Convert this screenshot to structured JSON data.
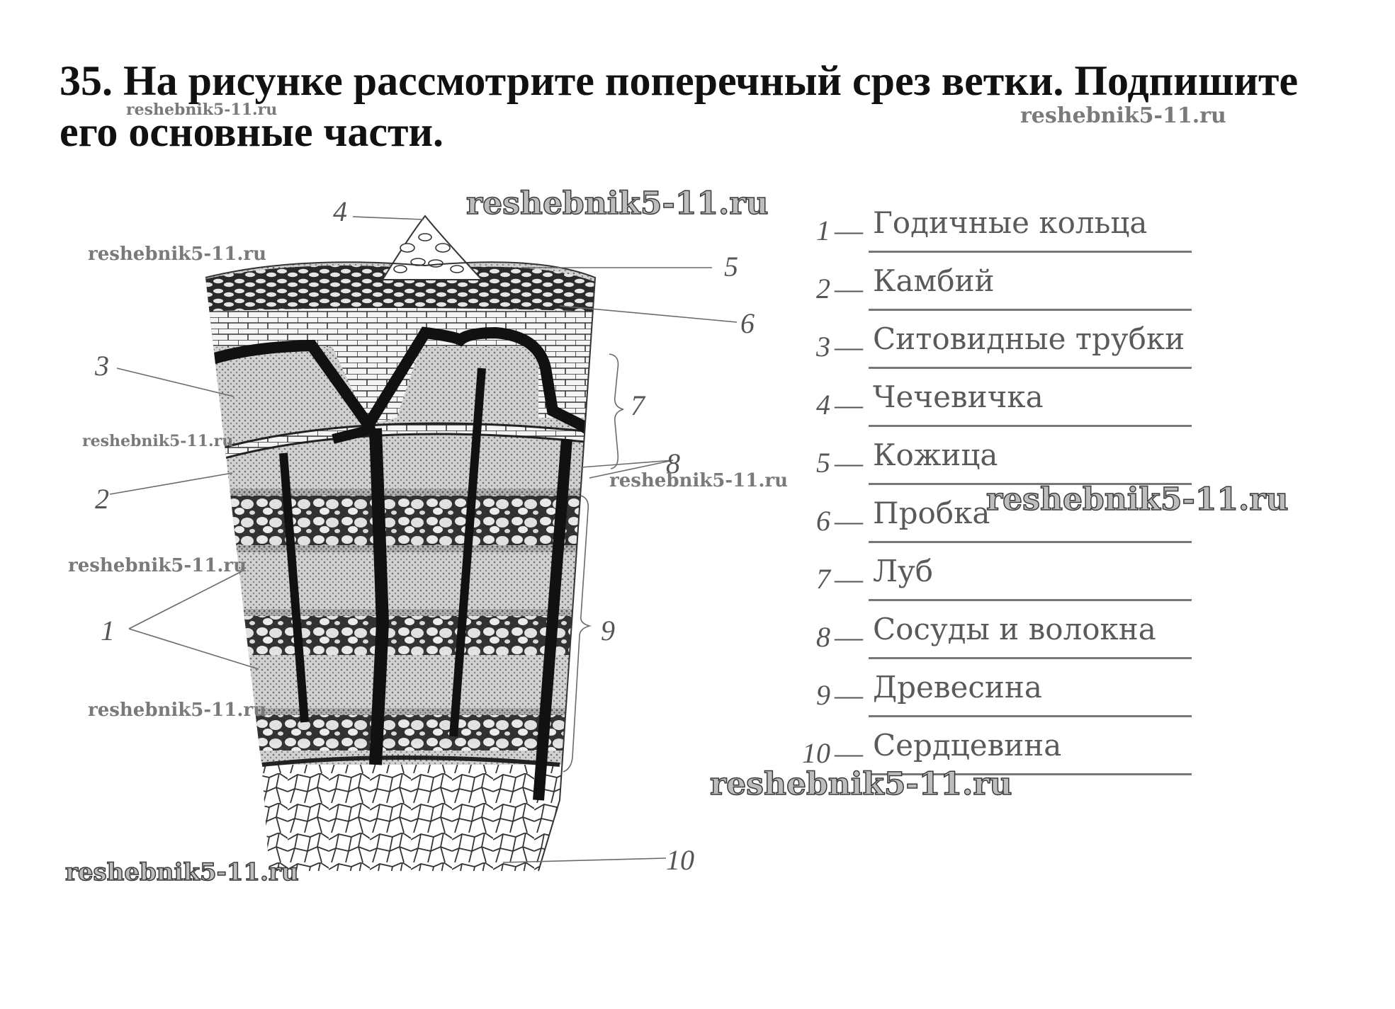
{
  "question": {
    "text": "35. На рисунке рассмотрите поперечный срез ветки. Подпишите его основные части."
  },
  "diagram": {
    "part_numbers": [
      "1",
      "2",
      "3",
      "4",
      "5",
      "6",
      "7",
      "8",
      "9",
      "10"
    ]
  },
  "answers": [
    {
      "num": "1",
      "text": "Годичные кольца"
    },
    {
      "num": "2",
      "text": "Камбий"
    },
    {
      "num": "3",
      "text": "Ситовидные трубки"
    },
    {
      "num": "4",
      "text": "Чечевичка"
    },
    {
      "num": "5",
      "text": "Кожица"
    },
    {
      "num": "6",
      "text": "Пробка"
    },
    {
      "num": "7",
      "text": "Луб"
    },
    {
      "num": "8",
      "text": "Сосуды и волокна"
    },
    {
      "num": "9",
      "text": "Древесина"
    },
    {
      "num": "10",
      "text": "Сердцевина"
    }
  ],
  "watermark": "reshebnik5-11.ru",
  "colors": {
    "text": "#111111",
    "label": "#555555",
    "watermark_fill": "#bdbdbd"
  }
}
